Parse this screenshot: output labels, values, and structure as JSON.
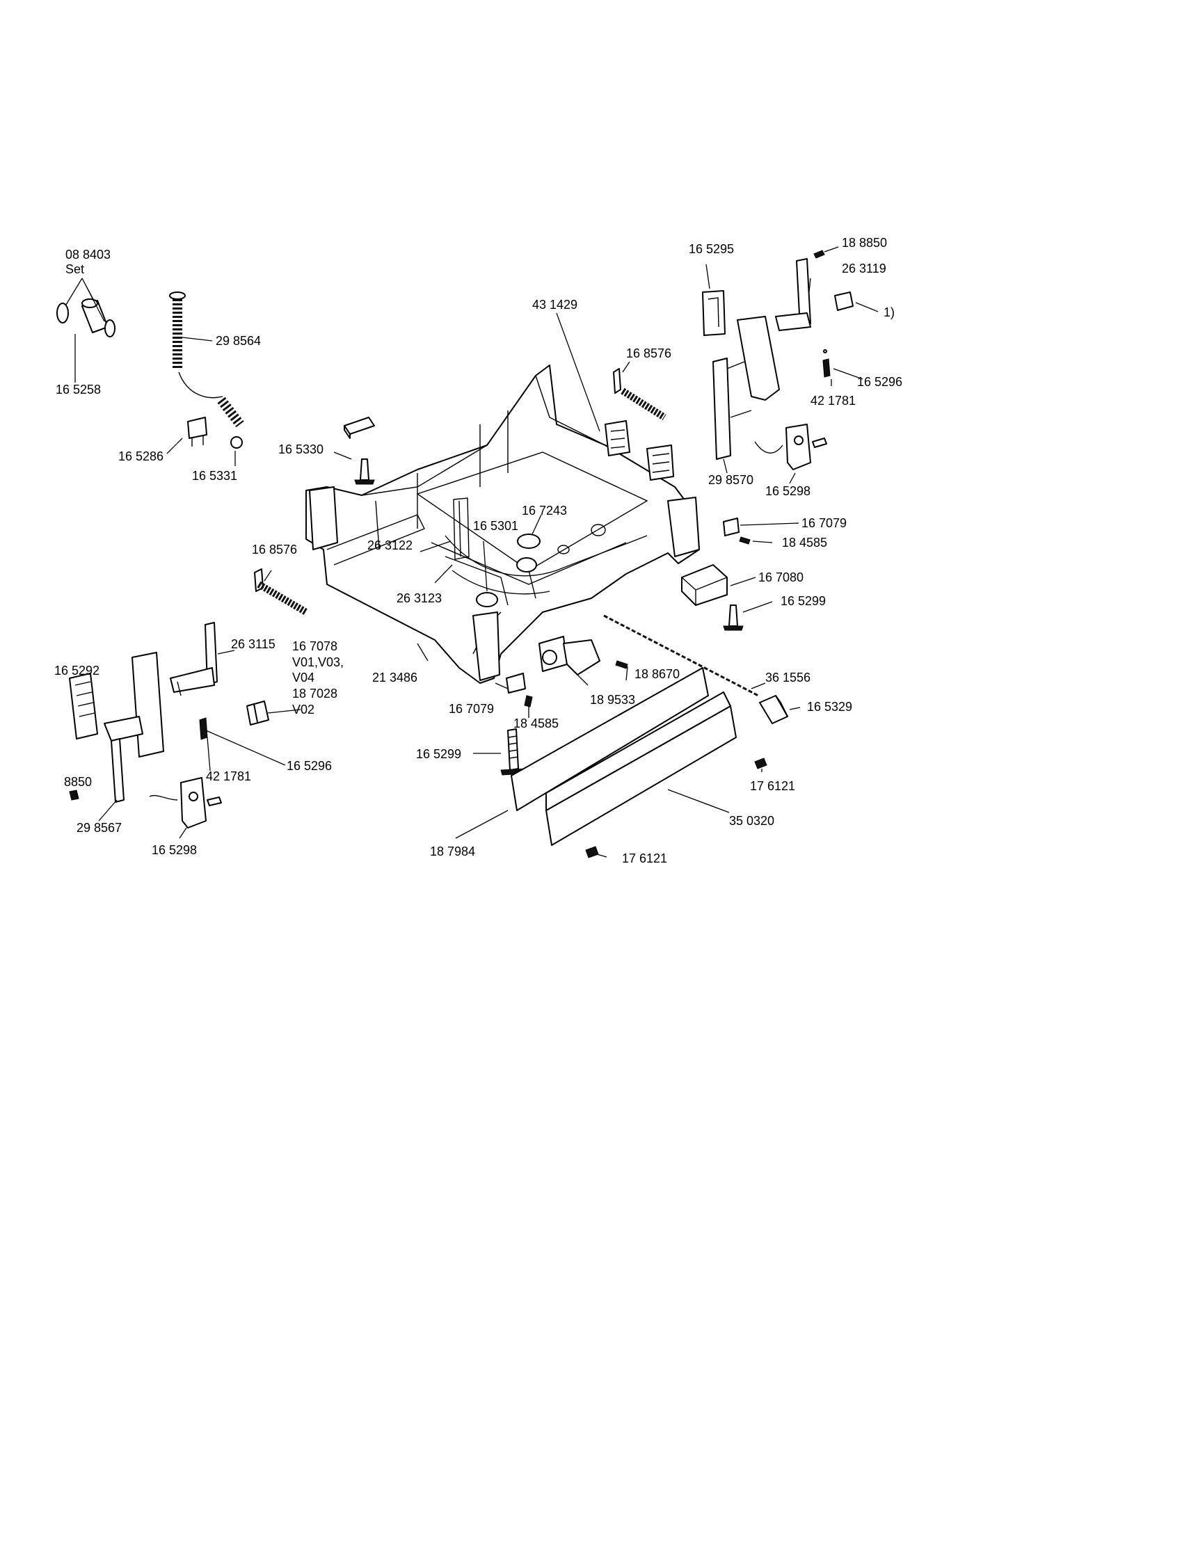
{
  "labels": {
    "l_088403": "08 8403",
    "l_set": "Set",
    "l_165258": "16 5258",
    "l_298564": "29 8564",
    "l_165286": "16 5286",
    "l_165331": "16 5331",
    "l_165330": "16 5330",
    "l_431429": "43 1429",
    "l_168576_top": "16 8576",
    "l_165295": "16 5295",
    "l_188850_top": "18 8850",
    "l_263119": "26 3119",
    "l_note1": "1)",
    "l_165296_top": "16 5296",
    "l_421781_top": "42 1781",
    "l_298570": "29 8570",
    "l_165298_top": "16 5298",
    "l_167243": "16 7243",
    "l_165301": "16 5301",
    "l_167079_right": "16 7079",
    "l_184585_right": "18 4585",
    "l_263122": "26 3122",
    "l_263123": "26 3123",
    "l_168576_left": "16 8576",
    "l_167080": "16 7080",
    "l_165299_right": "16 5299",
    "l_263115": "26 3115",
    "l_213486": "21 3486",
    "l_167078": "16 7078",
    "l_v01v03": "V01,V03,",
    "l_v04": "V04",
    "l_187028": "18 7028",
    "l_v02": "V02",
    "l_165292": "16 5292",
    "l_188670": "18 8670",
    "l_361556": "36 1556",
    "l_165329": "16 5329",
    "l_167079_mid": "16 7079",
    "l_184585_mid": "18 4585",
    "l_189533": "18 9533",
    "l_421781_left": "42 1781",
    "l_165296_left": "16 5296",
    "l_188850_left": "8850",
    "l_298567": "29 8567",
    "l_165298_left": "16 5298",
    "l_165299_mid": "16 5299",
    "l_176121_right": "17 6121",
    "l_350320": "35 0320",
    "l_187984": "18 7984",
    "l_176121_bottom": "17 6121"
  }
}
